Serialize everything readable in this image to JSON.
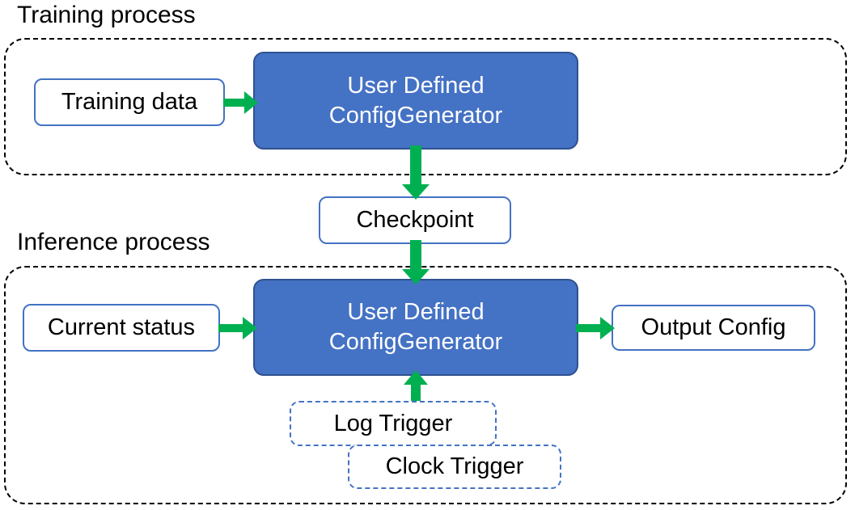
{
  "diagram": {
    "title_training": "Training process",
    "title_inference": "Inference process",
    "colors": {
      "primary_fill": "#4472C4",
      "primary_border": "#2F528F",
      "node_border": "#4472C4",
      "arrow": "#00B050",
      "container_border": "#000000",
      "text_dark": "#000000",
      "text_light": "#FFFFFF"
    }
  },
  "training": {
    "label": "Training process",
    "input": {
      "label": "Training data"
    },
    "generator": {
      "line1": "User Defined",
      "line2": "ConfigGenerator"
    }
  },
  "checkpoint": {
    "label": "Checkpoint"
  },
  "inference": {
    "label": "Inference process",
    "input": {
      "label": "Current status"
    },
    "generator": {
      "line1": "User Defined",
      "line2": "ConfigGenerator"
    },
    "output": {
      "label": "Output Config"
    },
    "triggers": [
      {
        "label": "Log Trigger"
      },
      {
        "label": "Clock Trigger"
      }
    ]
  },
  "arrows": [
    {
      "name": "training-data-to-generator",
      "from": "Training data",
      "to": "User Defined ConfigGenerator",
      "direction": "right"
    },
    {
      "name": "generator-to-checkpoint",
      "from": "User Defined ConfigGenerator",
      "to": "Checkpoint",
      "direction": "down"
    },
    {
      "name": "checkpoint-to-generator",
      "from": "Checkpoint",
      "to": "User Defined ConfigGenerator",
      "direction": "down"
    },
    {
      "name": "status-to-generator",
      "from": "Current status",
      "to": "User Defined ConfigGenerator",
      "direction": "right"
    },
    {
      "name": "generator-to-output",
      "from": "User Defined ConfigGenerator",
      "to": "Output Config",
      "direction": "right"
    },
    {
      "name": "trigger-to-generator",
      "from": "Log Trigger",
      "to": "User Defined ConfigGenerator",
      "direction": "up"
    }
  ]
}
